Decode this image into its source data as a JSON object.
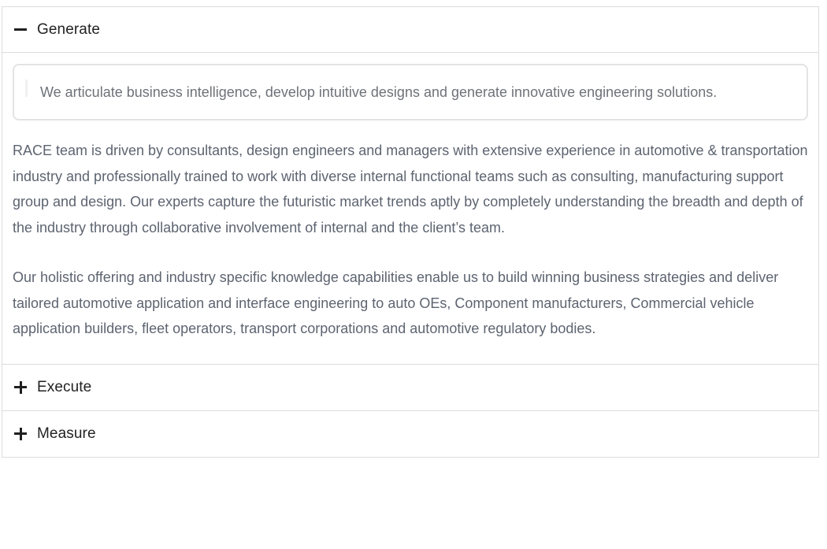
{
  "accordion": {
    "items": [
      {
        "title": "Generate",
        "state": "expanded",
        "icon": "minus-icon",
        "quote": "We articulate business intelligence, develop intuitive designs and generate innovative engineering solutions.",
        "paragraphs": [
          "RACE team is driven by consultants, design engineers and managers with extensive experience in automotive & transportation industry and professionally trained to work with diverse internal functional teams such as consulting, manufacturing support group and design. Our experts capture the futuristic market trends aptly by completely understanding the breadth and depth of the industry through collaborative involvement of internal and the client’s team.",
          "Our holistic offering and industry specific knowledge capabilities enable us to build winning business strategies and deliver tailored automotive application and interface engineering to auto OEs, Component manufacturers, Commercial vehicle application builders, fleet operators, transport corporations and automotive regulatory bodies."
        ]
      },
      {
        "title": "Execute",
        "state": "collapsed",
        "icon": "plus-icon"
      },
      {
        "title": "Measure",
        "state": "collapsed",
        "icon": "plus-icon"
      }
    ]
  },
  "colors": {
    "header_text": "#222222",
    "body_text": "#5d6470",
    "quote_text": "#6e7279",
    "border": "#dcdcdc"
  }
}
